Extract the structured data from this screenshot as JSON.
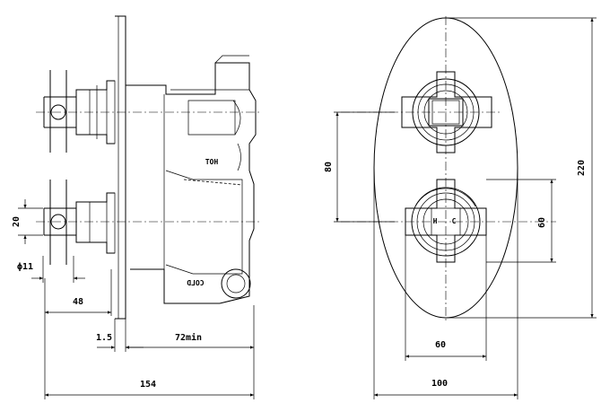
{
  "side_view": {
    "dims": {
      "d20": "20",
      "d11": "ϕ11",
      "d48": "48",
      "d1_5": "1.5",
      "d72": "72min",
      "d154": "154"
    },
    "labels": {
      "hot": "HOT",
      "cold": "COLD"
    }
  },
  "front_view": {
    "dims": {
      "d80": "80",
      "d220": "220",
      "d60v": "60",
      "d60h": "60",
      "d100": "100"
    },
    "labels": {
      "h": "H",
      "c": "C"
    }
  }
}
